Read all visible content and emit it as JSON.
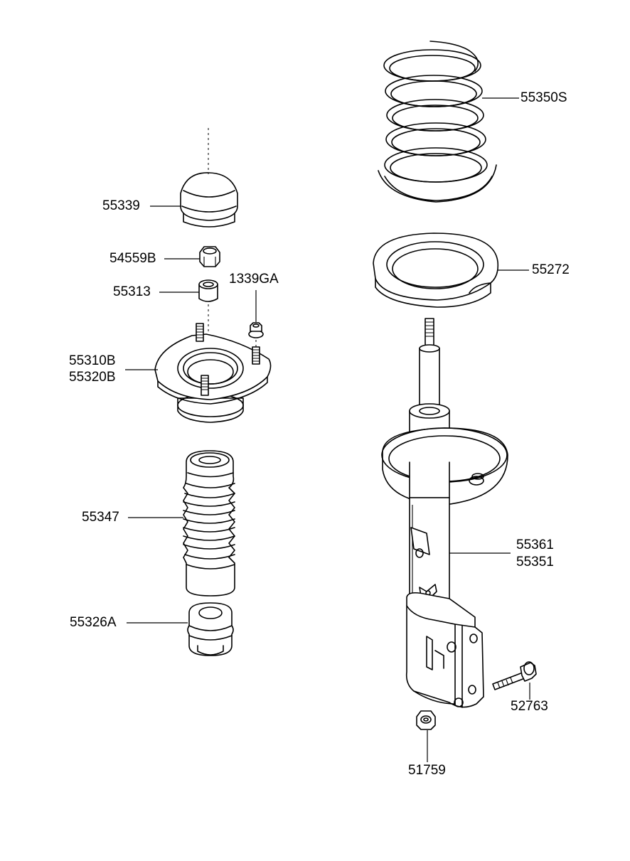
{
  "parts": [
    {
      "id": "coil-spring",
      "label": "55350S"
    },
    {
      "id": "spring-seat-upper",
      "label": "55272"
    },
    {
      "id": "dust-cap",
      "label": "55339"
    },
    {
      "id": "self-locking-nut",
      "label": "54559B"
    },
    {
      "id": "spacer",
      "label": "55313"
    },
    {
      "id": "flange-nut",
      "label": "1339GA"
    },
    {
      "id": "strut-mount-a",
      "label": "55310B"
    },
    {
      "id": "strut-mount-b",
      "label": "55320B"
    },
    {
      "id": "dust-cover",
      "label": "55347"
    },
    {
      "id": "bumper-stopper",
      "label": "55326A"
    },
    {
      "id": "strut-assembly-a",
      "label": "55361"
    },
    {
      "id": "strut-assembly-b",
      "label": "55351"
    },
    {
      "id": "bolt",
      "label": "52763"
    },
    {
      "id": "nut",
      "label": "51759"
    }
  ]
}
